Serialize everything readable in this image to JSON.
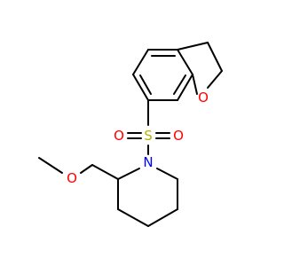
{
  "molecule": {
    "atoms": {
      "ring_oxygen": {
        "symbol": "O",
        "color": "#ff0000"
      },
      "sulfur": {
        "symbol": "S",
        "color": "#b3b300"
      },
      "sulfonyl_oxygen_left": {
        "symbol": "O",
        "color": "#ff0000"
      },
      "sulfonyl_oxygen_right": {
        "symbol": "O",
        "color": "#ff0000"
      },
      "nitrogen": {
        "symbol": "N",
        "color": "#0000ff"
      },
      "ether_oxygen": {
        "symbol": "O",
        "color": "#ff0000"
      }
    },
    "bond_color": "#000000"
  }
}
